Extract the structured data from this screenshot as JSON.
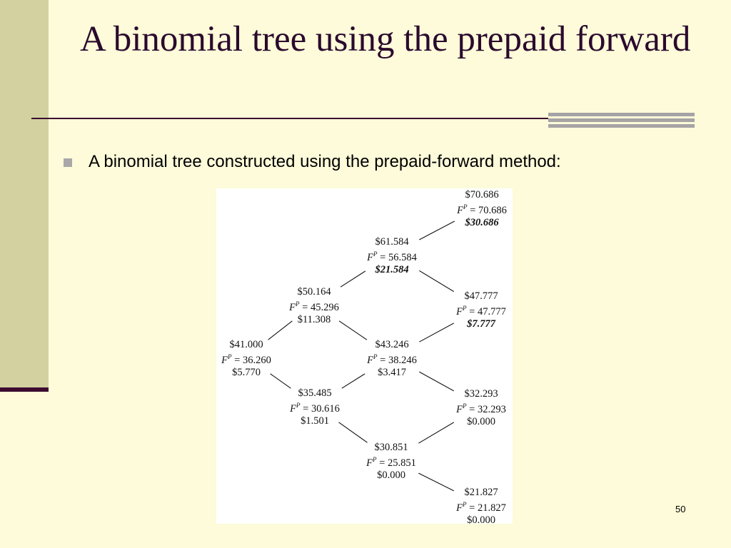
{
  "slide": {
    "title": "A binomial tree using the prepaid forward",
    "bullet": "A binomial tree constructed using the prepaid-forward method:",
    "page_number": "50"
  },
  "tree": {
    "nodes": [
      {
        "id": "n0",
        "price": "$41.000",
        "fp_label": "F",
        "fp_sup": "P",
        "fp_value": " = 36.260",
        "option": "$5.770",
        "option_bold": false
      },
      {
        "id": "n1u",
        "price": "$50.164",
        "fp_label": "F",
        "fp_sup": "P",
        "fp_value": " = 45.296",
        "option": "$11.308",
        "option_bold": false
      },
      {
        "id": "n1d",
        "price": "$35.485",
        "fp_label": "F",
        "fp_sup": "P",
        "fp_value": " = 30.616",
        "option": "$1.501",
        "option_bold": false
      },
      {
        "id": "n2uu",
        "price": "$61.584",
        "fp_label": "F",
        "fp_sup": "P",
        "fp_value": " = 56.584",
        "option": "$21.584",
        "option_bold": true
      },
      {
        "id": "n2ud",
        "price": "$43.246",
        "fp_label": "F",
        "fp_sup": "P",
        "fp_value": " = 38.246",
        "option": "$3.417",
        "option_bold": false
      },
      {
        "id": "n2dd",
        "price": "$30.851",
        "fp_label": "F",
        "fp_sup": "P",
        "fp_value": " = 25.851",
        "option": "$0.000",
        "option_bold": false
      },
      {
        "id": "n3uuu",
        "price": "$70.686",
        "fp_label": "F",
        "fp_sup": "P",
        "fp_value": " = 70.686",
        "option": "$30.686",
        "option_bold": true
      },
      {
        "id": "n3uud",
        "price": "$47.777",
        "fp_label": "F",
        "fp_sup": "P",
        "fp_value": " = 47.777",
        "option": "$7.777",
        "option_bold": true
      },
      {
        "id": "n3udd",
        "price": "$32.293",
        "fp_label": "F",
        "fp_sup": "P",
        "fp_value": " = 32.293",
        "option": "$0.000",
        "option_bold": false
      },
      {
        "id": "n3ddd",
        "price": "$21.827",
        "fp_label": "F",
        "fp_sup": "P",
        "fp_value": " = 21.827",
        "option": "$0.000",
        "option_bold": false
      }
    ],
    "edges": [
      {
        "from": "n0",
        "to": "n1u"
      },
      {
        "from": "n0",
        "to": "n1d"
      },
      {
        "from": "n1u",
        "to": "n2uu"
      },
      {
        "from": "n1u",
        "to": "n2ud"
      },
      {
        "from": "n1d",
        "to": "n2ud"
      },
      {
        "from": "n1d",
        "to": "n2dd"
      },
      {
        "from": "n2uu",
        "to": "n3uuu"
      },
      {
        "from": "n2uu",
        "to": "n3uud"
      },
      {
        "from": "n2ud",
        "to": "n3uud"
      },
      {
        "from": "n2ud",
        "to": "n3udd"
      },
      {
        "from": "n2dd",
        "to": "n3udd"
      },
      {
        "from": "n2dd",
        "to": "n3ddd"
      }
    ]
  },
  "colors": {
    "background": "#fdfbd9",
    "side_strip": "#d3d1a0",
    "title": "#2b0a2e",
    "rule": "#3b0b30",
    "bullet": "#a9a7a9"
  }
}
